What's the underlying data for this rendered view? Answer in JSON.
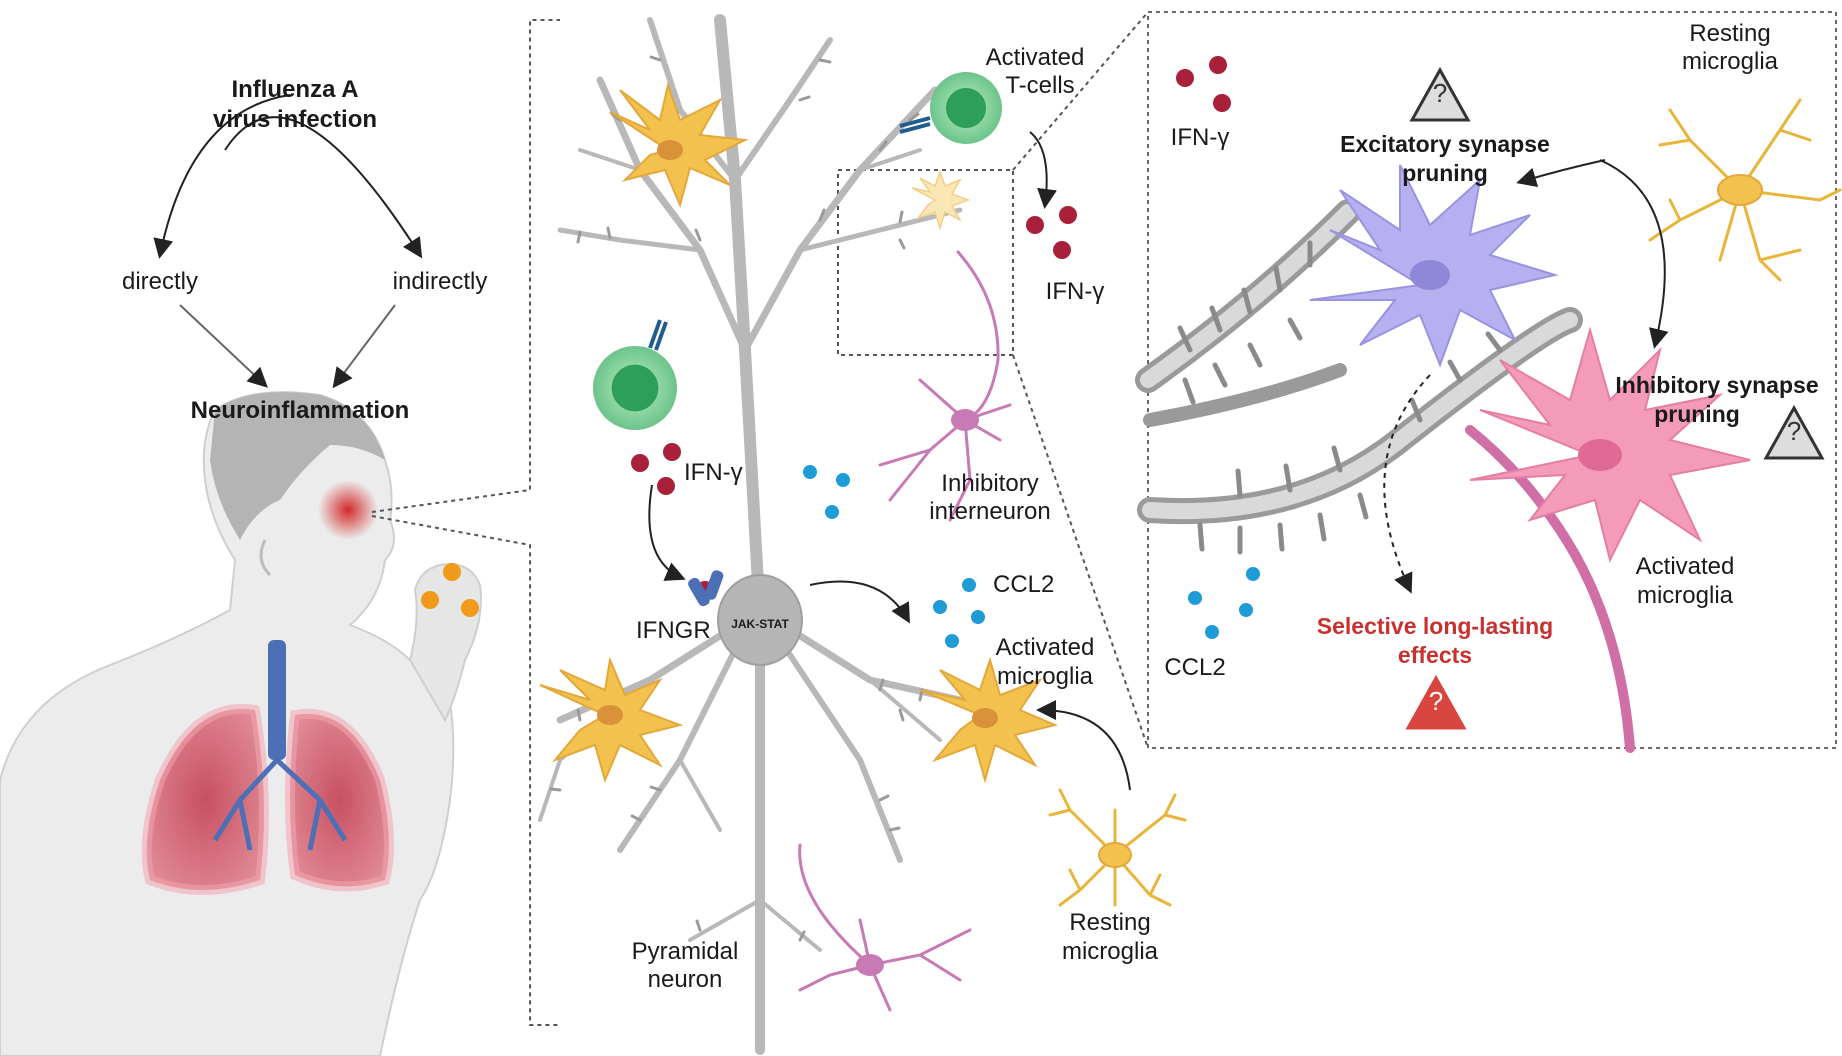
{
  "left_panel": {
    "title_line1": "Influenza A",
    "title_line2": "virus infection",
    "path_direct": "directly",
    "path_indirect": "indirectly",
    "outcome": "Neuroinflammation"
  },
  "middle_panel": {
    "activated_tcells_line1": "Activated",
    "activated_tcells_line2": "T-cells",
    "ifn_gamma_top": "IFN-γ",
    "ifn_gamma_left": "IFN-γ",
    "ifngr": "IFNGR",
    "jak_stat": "JAK-STAT",
    "inhibitory_line1": "Inhibitory",
    "inhibitory_line2": "interneuron",
    "ccl2": "CCL2",
    "activated_microglia_line1": "Activated",
    "activated_microglia_line2": "microglia",
    "resting_microglia_line1": "Resting",
    "resting_microglia_line2": "microglia",
    "pyramidal_line1": "Pyramidal",
    "pyramidal_line2": "neuron"
  },
  "right_panel": {
    "resting_microglia_line1": "Resting",
    "resting_microglia_line2": "microglia",
    "ifn_gamma": "IFN-γ",
    "excitatory_line1": "Excitatory synapse",
    "excitatory_line2": "pruning",
    "inhibitory_line1": "Inhibitory synapse",
    "inhibitory_line2": "pruning",
    "activated_microglia_line1": "Activated",
    "activated_microglia_line2": "microglia",
    "ccl2": "CCL2",
    "selective_line1": "Selective long-lasting",
    "selective_line2": "effects",
    "question_mark": "?"
  },
  "colors": {
    "microglia_yellow": "#f2c14e",
    "microglia_purple": "#b3aef0",
    "microglia_pink": "#f08cae",
    "neuron_gray": "#bdbdbd",
    "interneuron_pink": "#c77ab4",
    "tcell_green": "#5bbf7a",
    "ifn_red": "#a8203a",
    "ccl2_blue": "#1f9bd6",
    "warning_red": "#d8453f"
  }
}
